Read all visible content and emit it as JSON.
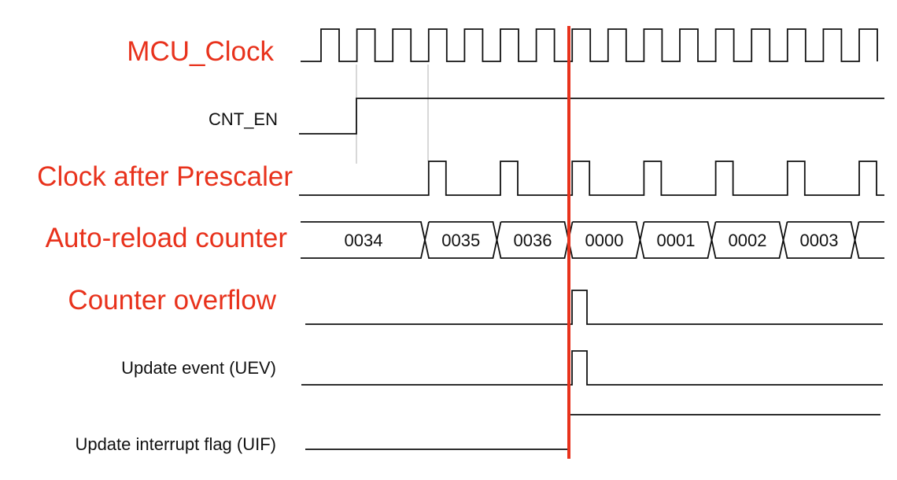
{
  "diagram": {
    "title": "Timer counter timing diagram",
    "signals": [
      {
        "id": "mcu_clock",
        "label": "MCU_Clock",
        "style": "red"
      },
      {
        "id": "cnt_en",
        "label": "CNT_EN",
        "style": "black"
      },
      {
        "id": "prescaled_clock",
        "label": "Clock after Prescaler",
        "style": "red"
      },
      {
        "id": "counter",
        "label": "Auto-reload counter",
        "style": "red"
      },
      {
        "id": "overflow",
        "label": "Counter overflow",
        "style": "red"
      },
      {
        "id": "uev",
        "label": "Update event (UEV)",
        "style": "black"
      },
      {
        "id": "uif",
        "label": "Update interrupt flag (UIF)",
        "style": "black"
      }
    ],
    "counter_values": [
      "0034",
      "0035",
      "0036",
      "0000",
      "0001",
      "0002",
      "0003",
      ""
    ],
    "mcu_clock_cycles": 16,
    "prescaler_ratio": 2,
    "colors": {
      "highlight": "#e8321c",
      "waveform": "#111111",
      "guide": "#bdbdbd"
    }
  }
}
